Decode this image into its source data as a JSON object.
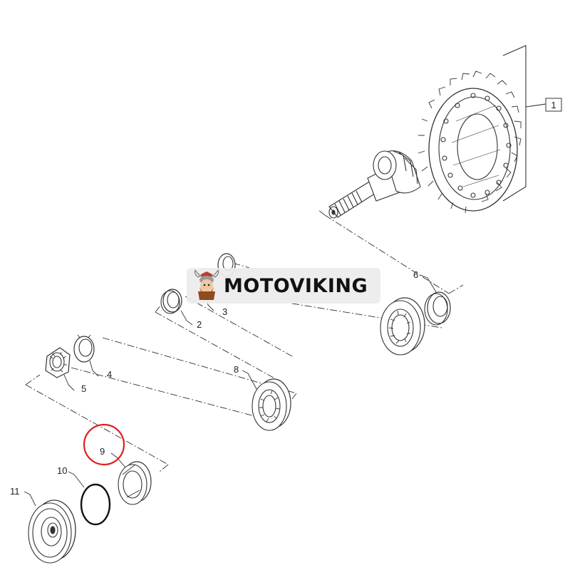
{
  "diagram": {
    "callouts": {
      "c1": "1",
      "c2": "2",
      "c3": "3",
      "c4": "4",
      "c5": "5",
      "c6": "6",
      "c8": "8",
      "c9": "9",
      "c10": "10",
      "c11": "11"
    },
    "highlight_color": "#e02020",
    "line_color": "#333333"
  },
  "watermark": {
    "text": "MOTOVIKING",
    "logo_icon": "viking-mascot-icon"
  }
}
